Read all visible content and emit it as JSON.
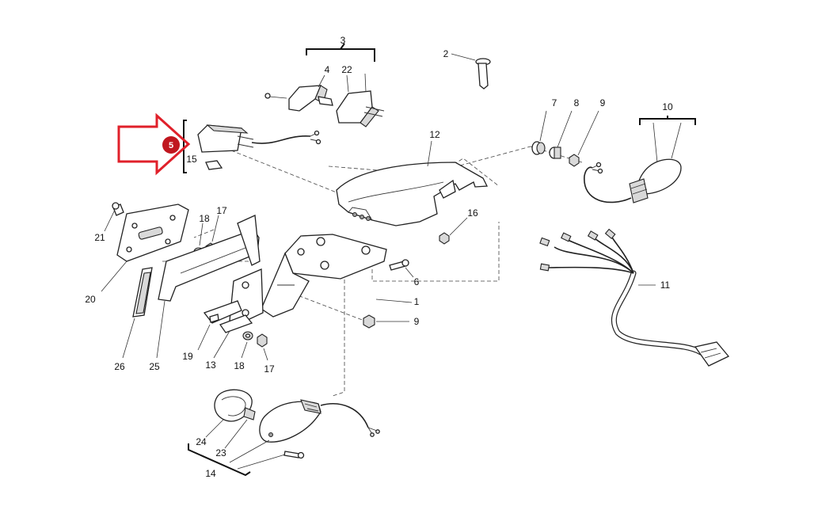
{
  "labels": {
    "p1": "1",
    "p2": "2",
    "p3": "3",
    "p4": "4",
    "p6": "6",
    "p7": "7",
    "p8": "8",
    "p9a": "9",
    "p9b": "9",
    "p10": "10",
    "p11": "11",
    "p12": "12",
    "p13": "13",
    "p14": "14",
    "p15": "15",
    "p16": "16",
    "p17a": "17",
    "p17b": "17",
    "p18a": "18",
    "p18b": "18",
    "p19": "19",
    "p20": "20",
    "p21": "21",
    "p22": "22",
    "p23": "23",
    "p24": "24",
    "p25": "25",
    "p26": "26"
  },
  "highlight": {
    "badge_text": "5",
    "arrow_color": "#e0202a",
    "badge_color": "#c0161e"
  }
}
